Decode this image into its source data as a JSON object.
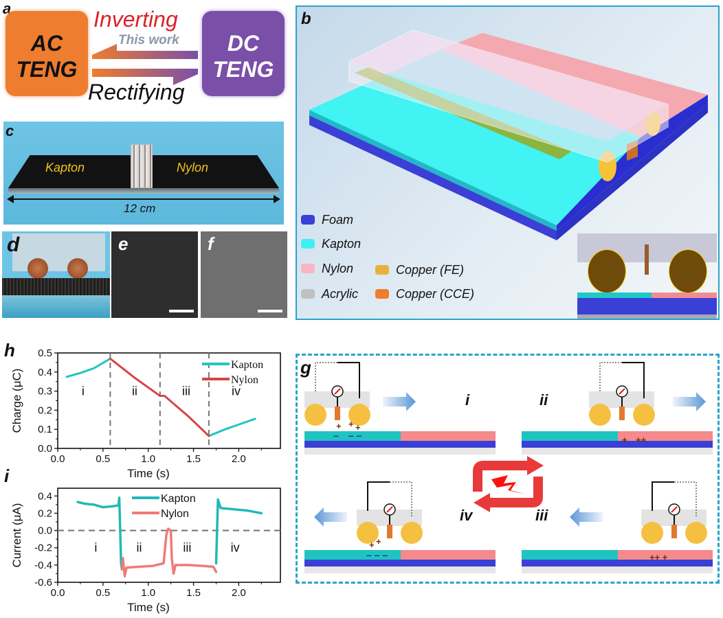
{
  "panel_labels": {
    "a": "a",
    "b": "b",
    "c": "c",
    "d": "d",
    "e": "e",
    "f": "f",
    "g": "g",
    "h": "h",
    "i": "i"
  },
  "panel_a": {
    "left_box": {
      "line1": "AC",
      "line2": "TENG",
      "color": "#ee7d2f"
    },
    "right_box": {
      "line1": "DC",
      "line2": "TENG",
      "color": "#7a4fa8"
    },
    "top_text": "Inverting",
    "this_work": "This work",
    "bottom_text": "Rectifying"
  },
  "panel_c": {
    "left_label": "Kapton",
    "right_label": "Nylon",
    "dimension": "12 cm"
  },
  "panel_b": {
    "legend": [
      {
        "name": "Foam",
        "color": "#3a3fd6"
      },
      {
        "name": "Kapton",
        "color": "#40f0f0"
      },
      {
        "name": "Nylon",
        "color": "#f7b6c2"
      },
      {
        "name": "Acrylic",
        "color": "#c0c0c0"
      },
      {
        "name": "Copper (FE)",
        "color": "#e8b040"
      },
      {
        "name": "Copper (CCE)",
        "color": "#ee7d2f"
      }
    ]
  },
  "panel_g": {
    "stages": [
      "i",
      "ii",
      "iii",
      "iv"
    ]
  },
  "chart_data": [
    {
      "id": "h",
      "type": "line",
      "xlabel": "Time (s)",
      "ylabel": "Charge (μC)",
      "xlim": [
        0.0,
        2.46
      ],
      "ylim": [
        0.0,
        0.5
      ],
      "xticks": [
        "0.0",
        "0.5",
        "1.0",
        "1.5",
        "2.0"
      ],
      "yticks": [
        "0.0",
        "0.1",
        "0.2",
        "0.3",
        "0.4",
        "0.5"
      ],
      "legend": "top-right",
      "dividers": [
        0.58,
        1.13,
        1.67
      ],
      "region_labels": [
        {
          "text": "i",
          "x": 0.28
        },
        {
          "text": "ii",
          "x": 0.85
        },
        {
          "text": "iii",
          "x": 1.42
        },
        {
          "text": "iv",
          "x": 1.97
        }
      ],
      "region_label_y": 0.3,
      "series": [
        {
          "name": "Kapton",
          "color": "#22c4c0",
          "segments": [
            [
              [
                0.1,
                0.375
              ],
              [
                0.25,
                0.395
              ],
              [
                0.4,
                0.42
              ],
              [
                0.58,
                0.47
              ]
            ],
            [
              [
                1.67,
                0.065
              ],
              [
                1.85,
                0.1
              ],
              [
                2.0,
                0.125
              ],
              [
                2.18,
                0.155
              ]
            ]
          ]
        },
        {
          "name": "Nylon",
          "color": "#d64545",
          "segments": [
            [
              [
                0.58,
                0.47
              ],
              [
                0.85,
                0.37
              ],
              [
                1.13,
                0.275
              ],
              [
                1.18,
                0.275
              ],
              [
                1.45,
                0.165
              ],
              [
                1.67,
                0.065
              ]
            ]
          ]
        }
      ]
    },
    {
      "id": "i",
      "type": "line",
      "xlabel": "Time (s)",
      "ylabel": "Current (μA)",
      "xlim": [
        0.0,
        2.46
      ],
      "ylim": [
        -0.6,
        0.49
      ],
      "xticks": [
        "0.0",
        "0.5",
        "1.0",
        "1.5",
        "2.0"
      ],
      "yticks": [
        "-0.6",
        "-0.4",
        "-0.2",
        "0.0",
        "0.2",
        "0.4"
      ],
      "legend": "top-center",
      "zero_line": 0.0,
      "region_labels": [
        {
          "text": "i",
          "x": 0.42
        },
        {
          "text": "ii",
          "x": 0.9
        },
        {
          "text": "iii",
          "x": 1.43
        },
        {
          "text": "iv",
          "x": 1.96
        }
      ],
      "region_label_y": -0.2,
      "series": [
        {
          "name": "Kapton",
          "color": "#22b8b8",
          "segments": [
            [
              [
                0.22,
                0.33
              ],
              [
                0.3,
                0.31
              ],
              [
                0.4,
                0.3
              ],
              [
                0.5,
                0.27
              ],
              [
                0.6,
                0.28
              ],
              [
                0.67,
                0.29
              ],
              [
                0.68,
                0.38
              ],
              [
                0.7,
                -0.38
              ],
              [
                0.71,
                -0.45
              ]
            ],
            [
              [
                1.75,
                -0.38
              ],
              [
                1.77,
                0.36
              ],
              [
                1.8,
                0.26
              ],
              [
                1.9,
                0.25
              ],
              [
                2.0,
                0.24
              ],
              [
                2.1,
                0.23
              ],
              [
                2.25,
                0.2
              ]
            ]
          ]
        },
        {
          "name": "Nylon",
          "color": "#f07a7a",
          "segments": [
            [
              [
                0.71,
                -0.45
              ],
              [
                0.72,
                -0.32
              ],
              [
                0.74,
                -0.53
              ],
              [
                0.76,
                -0.43
              ],
              [
                0.9,
                -0.42
              ],
              [
                1.05,
                -0.41
              ],
              [
                1.17,
                -0.38
              ],
              [
                1.2,
                -0.05
              ],
              [
                1.22,
                0.02
              ],
              [
                1.25,
                0.0
              ],
              [
                1.26,
                -0.32
              ],
              [
                1.28,
                -0.5
              ],
              [
                1.3,
                -0.4
              ],
              [
                1.45,
                -0.4
              ],
              [
                1.6,
                -0.41
              ],
              [
                1.72,
                -0.42
              ],
              [
                1.75,
                -0.48
              ]
            ]
          ]
        }
      ]
    }
  ]
}
